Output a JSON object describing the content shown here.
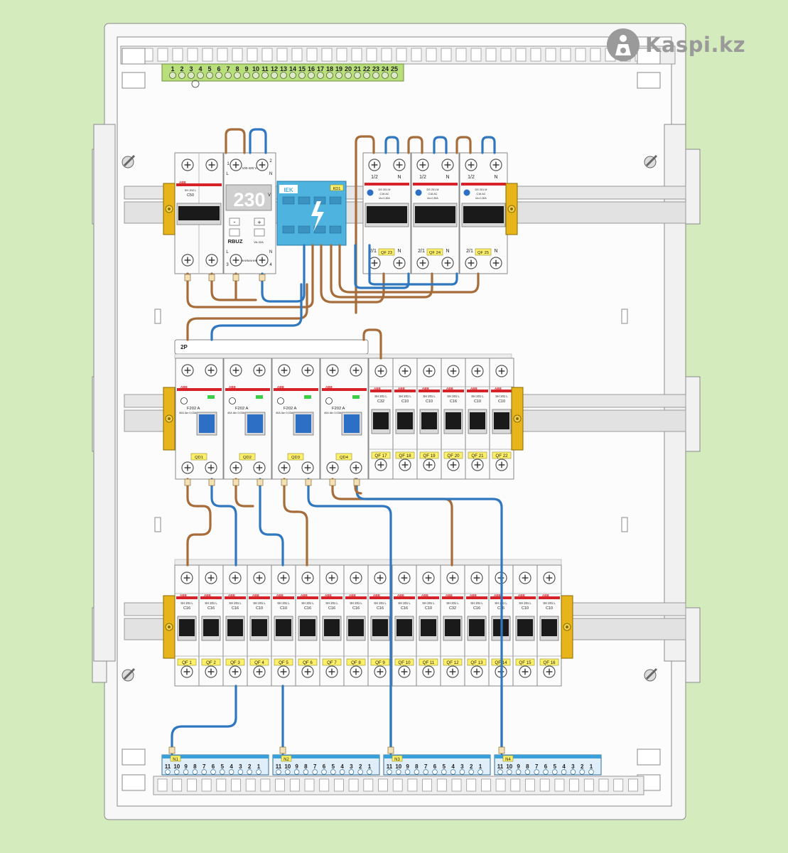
{
  "watermark": {
    "text": "Kaspi.kz",
    "logo_icon": "kaspi-logo-icon"
  },
  "colors": {
    "background": "#d4ebbd",
    "enclosure": "#f7f7f7",
    "outline": "#8a8a8a",
    "wire_brown": "#a66d3a",
    "wire_blue": "#2f77be",
    "din_yellow": "#e8b41c",
    "label_yellow": "#fff06a",
    "abb_red": "#d6232a",
    "toggle_black": "#1a1a1a",
    "rcd_blue": "#2c6fc4",
    "iek_blue": "#4fb3e0",
    "ground_green": "#b9df7c",
    "neutral_blue": "#3aa0d9"
  },
  "ground_bar": {
    "numbers": [
      "1",
      "2",
      "3",
      "4",
      "5",
      "6",
      "7",
      "8",
      "9",
      "10",
      "11",
      "12",
      "13",
      "14",
      "15",
      "16",
      "17",
      "18",
      "19",
      "20",
      "21",
      "22",
      "23",
      "24",
      "25"
    ]
  },
  "row1": {
    "main_breaker": {
      "brand": "ABB",
      "model": "SH 202 L",
      "rating": "C50"
    },
    "voltage_relay": {
      "display": "230",
      "unit": "V",
      "brand": "RBUZ",
      "model": "VA-32A",
      "range": "100-420 V",
      "terminal_top": [
        "1",
        "2"
      ],
      "terminal_left": "L",
      "terminal_n": "N",
      "terminal_bottom": [
        "3",
        "4"
      ],
      "bottom_text": "ВНИМАНИЕ"
    },
    "surge": {
      "brand": "IEK",
      "tag": "KD1"
    },
    "difs": [
      {
        "top_labels": [
          "1/2",
          "N"
        ],
        "bottom_labels": [
          "2/1",
          "N"
        ],
        "brand": "ABB",
        "model": "DS 201 M",
        "rating": "C16",
        "type": "AC",
        "sens": "IΔn 0,30A",
        "tag": "QF 23"
      },
      {
        "top_labels": [
          "1/2",
          "N"
        ],
        "bottom_labels": [
          "2/1",
          "N"
        ],
        "brand": "ABB",
        "model": "DS 201 M",
        "rating": "C16",
        "type": "AC",
        "sens": "IΔn 0,30A",
        "tag": "QF 24"
      },
      {
        "top_labels": [
          "1/2",
          "N"
        ],
        "bottom_labels": [
          "2/1",
          "N"
        ],
        "brand": "ABB",
        "model": "DS 201 M",
        "rating": "C16",
        "type": "AC",
        "sens": "IΔn 0,30A",
        "tag": "QF 25"
      }
    ]
  },
  "row2": {
    "bus_label": "2P",
    "rcds": [
      {
        "brand": "ABB",
        "model": "F202 A",
        "spec": "40A  IΔn 0,03A",
        "tag": "QD1"
      },
      {
        "brand": "ABB",
        "model": "F202 A",
        "spec": "40A  IΔn 0,03A",
        "tag": "QD2"
      },
      {
        "brand": "ABB",
        "model": "F202 A",
        "spec": "40A  IΔn 0,03A",
        "tag": "QD3"
      },
      {
        "brand": "ABB",
        "model": "F202 A",
        "spec": "40A  IΔn 0,03A",
        "tag": "QD4"
      }
    ],
    "breakers": [
      {
        "brand": "ABB",
        "model": "SH 201 L",
        "rating": "C32",
        "tag": "QF 17"
      },
      {
        "brand": "ABB",
        "model": "SH 201 L",
        "rating": "C10",
        "tag": "QF 18"
      },
      {
        "brand": "ABB",
        "model": "SH 201 L",
        "rating": "C10",
        "tag": "QF 19"
      },
      {
        "brand": "ABB",
        "model": "SH 201 L",
        "rating": "C16",
        "tag": "QF 20"
      },
      {
        "brand": "ABB",
        "model": "SH 201 L",
        "rating": "C10",
        "tag": "QF 21"
      },
      {
        "brand": "ABB",
        "model": "SH 201 L",
        "rating": "C10",
        "tag": "QF 22"
      }
    ]
  },
  "row3": {
    "breakers": [
      {
        "brand": "ABB",
        "model": "SH 201 L",
        "rating": "C16",
        "tag": "QF 1"
      },
      {
        "brand": "ABB",
        "model": "SH 201 L",
        "rating": "C16",
        "tag": "QF 2"
      },
      {
        "brand": "ABB",
        "model": "SH 201 L",
        "rating": "C16",
        "tag": "QF 3"
      },
      {
        "brand": "ABB",
        "model": "SH 201 L",
        "rating": "C10",
        "tag": "QF 4"
      },
      {
        "brand": "ABB",
        "model": "SH 201 L",
        "rating": "C10",
        "tag": "QF 5"
      },
      {
        "brand": "ABB",
        "model": "SH 201 L",
        "rating": "C16",
        "tag": "QF 6"
      },
      {
        "brand": "ABB",
        "model": "SH 201 L",
        "rating": "C16",
        "tag": "QF 7"
      },
      {
        "brand": "ABB",
        "model": "SH 201 L",
        "rating": "C16",
        "tag": "QF 8"
      },
      {
        "brand": "ABB",
        "model": "SH 201 L",
        "rating": "C16",
        "tag": "QF 9"
      },
      {
        "brand": "ABB",
        "model": "SH 201 L",
        "rating": "C16",
        "tag": "QF 10"
      },
      {
        "brand": "ABB",
        "model": "SH 201 L",
        "rating": "C10",
        "tag": "QF 11"
      },
      {
        "brand": "ABB",
        "model": "SH 201 L",
        "rating": "C32",
        "tag": "QF 12"
      },
      {
        "brand": "ABB",
        "model": "SH 201 L",
        "rating": "C16",
        "tag": "QF 13"
      },
      {
        "brand": "ABB",
        "model": "SH 201 L",
        "rating": "C16",
        "tag": "QF 14"
      },
      {
        "brand": "ABB",
        "model": "SH 201 L",
        "rating": "C10",
        "tag": "QF 15"
      },
      {
        "brand": "ABB",
        "model": "SH 201 L",
        "rating": "C10",
        "tag": "QF 16"
      }
    ]
  },
  "neutral_bars": [
    {
      "tag": "N1",
      "numbers": [
        "11",
        "10",
        "9",
        "8",
        "7",
        "6",
        "5",
        "4",
        "3",
        "2",
        "1"
      ]
    },
    {
      "tag": "N2",
      "numbers": [
        "11",
        "10",
        "9",
        "8",
        "7",
        "6",
        "5",
        "4",
        "3",
        "2",
        "1"
      ]
    },
    {
      "tag": "N3",
      "numbers": [
        "11",
        "10",
        "9",
        "8",
        "7",
        "6",
        "5",
        "4",
        "3",
        "2",
        "1"
      ]
    },
    {
      "tag": "N4",
      "numbers": [
        "11",
        "10",
        "9",
        "8",
        "7",
        "6",
        "5",
        "4",
        "3",
        "2",
        "1"
      ]
    }
  ]
}
